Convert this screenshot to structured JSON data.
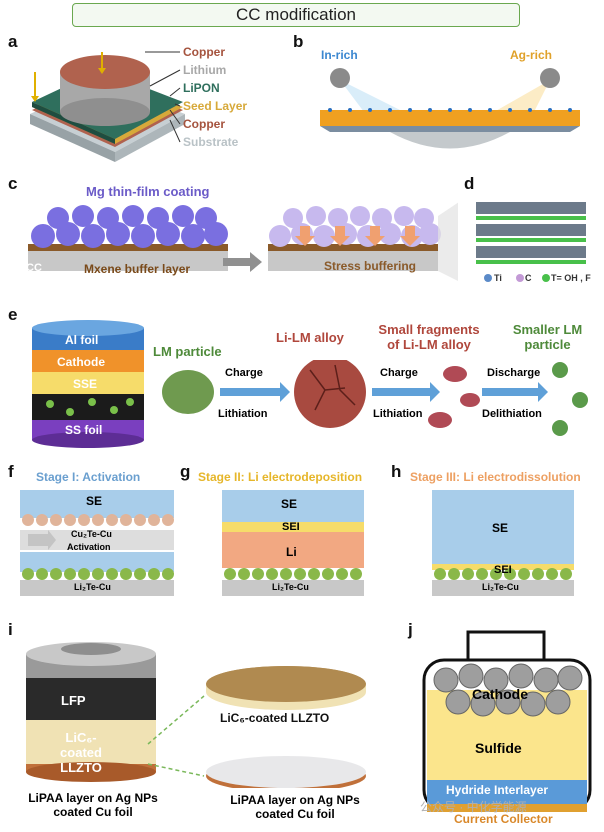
{
  "title": "CC modification",
  "panels": {
    "a": {
      "letter": "a",
      "layers": [
        "Copper",
        "Lithium",
        "LiPON",
        "Seed Layer",
        "Copper",
        "Substrate"
      ],
      "colors": {
        "copper": "#b0624e",
        "lithium": "#a8a8a8",
        "lipon": "#2f6f5d",
        "seed": "#d7a93a",
        "substrate": "#b9c2c6"
      }
    },
    "b": {
      "letter": "b",
      "left_label": "In-rich",
      "right_label": "Ag-rich"
    },
    "c": {
      "letter": "c",
      "coating": "Mg thin-film coating",
      "cc": "CC",
      "buffer": "Mxene buffer layer",
      "stress": "Stress buffering"
    },
    "d": {
      "letter": "d",
      "legend": [
        "Ti",
        "C",
        "T= OH , F"
      ]
    },
    "e": {
      "letter": "e",
      "stack": [
        "Al foil",
        "Cathode",
        "SSE",
        "SS foil"
      ],
      "lm_particle": "LM particle",
      "alloy": "Li-LM alloy",
      "fragments": "Small fragments of  Li-LM alloy",
      "smaller": "Smaller LM particle",
      "charge1": "Charge",
      "lith1": "Lithiation",
      "charge2": "Charge",
      "lith2": "Lithiation",
      "discharge": "Discharge",
      "delith": "Delithiation"
    },
    "f": {
      "letter": "f",
      "stage": "Stage I: Activation",
      "se": "SE",
      "cu2te": "Cu₂Te-Cu",
      "activation": "Activation",
      "li2te": "Li₂Te-Cu"
    },
    "g": {
      "letter": "g",
      "stage": "Stage II: Li electrodeposition",
      "se": "SE",
      "sei": "SEI",
      "li": "Li",
      "li2te": "Li₂Te-Cu"
    },
    "h": {
      "letter": "h",
      "stage": "Stage III: Li electrodissolution",
      "se": "SE",
      "sei": "SEI",
      "li2te": "Li₂Te-Cu"
    },
    "i": {
      "letter": "i",
      "lfp": "LFP",
      "lic6_llzto": "LiC₆-coated LLZTO",
      "lic6_llzto_right": "LiC₆-coated LLZTO",
      "lipaa_left": "LiPAA layer on Ag NPs coated Cu foil",
      "lipaa_right": "LiPAA layer on Ag NPs coated Cu foil"
    },
    "j": {
      "letter": "j",
      "cathode": "Cathode",
      "sulfide": "Sulfide",
      "hydride": "Hydride Interlayer",
      "cc": "Current Collector"
    }
  },
  "watermark": "公众号 · 中化学能源"
}
